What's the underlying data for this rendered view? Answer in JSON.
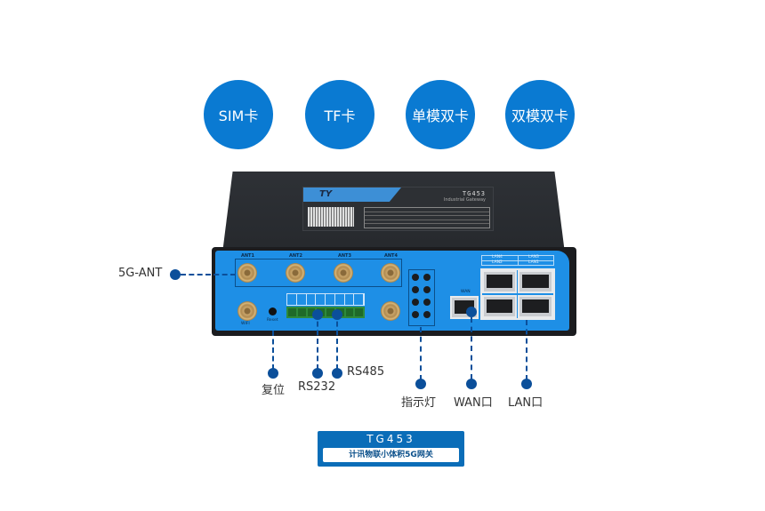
{
  "feature_badges": [
    {
      "label": "SIM卡"
    },
    {
      "label": "TF卡"
    },
    {
      "label": "单模双卡"
    },
    {
      "label": "双模双卡"
    }
  ],
  "device": {
    "brand_logo": "TY",
    "model": "TG453",
    "subtitle": "Industrial Gateway",
    "antenna_labels": [
      "ANT1",
      "ANT2",
      "ANT3",
      "ANT4"
    ],
    "wifi_label": "WIFI",
    "reset_label": "Reset",
    "wan_label": "WAN",
    "lan_labels": [
      "LAN4",
      "LAN3",
      "LAN2",
      "LAN1"
    ]
  },
  "callouts": {
    "ant": "5G-ANT",
    "reset": "复位",
    "rs232": "RS232",
    "rs485": "RS485",
    "indicator": "指示灯",
    "wan": "WAN口",
    "lan": "LAN口"
  },
  "product_tag": {
    "title": "TG453",
    "subtitle": "计讯物联小体积5G网关"
  },
  "colors": {
    "badge_blue": "#0a7ad2",
    "panel_blue": "#1e8fe6",
    "callout_blue": "#0b4f9a",
    "tag_blue": "#0a6db8"
  }
}
